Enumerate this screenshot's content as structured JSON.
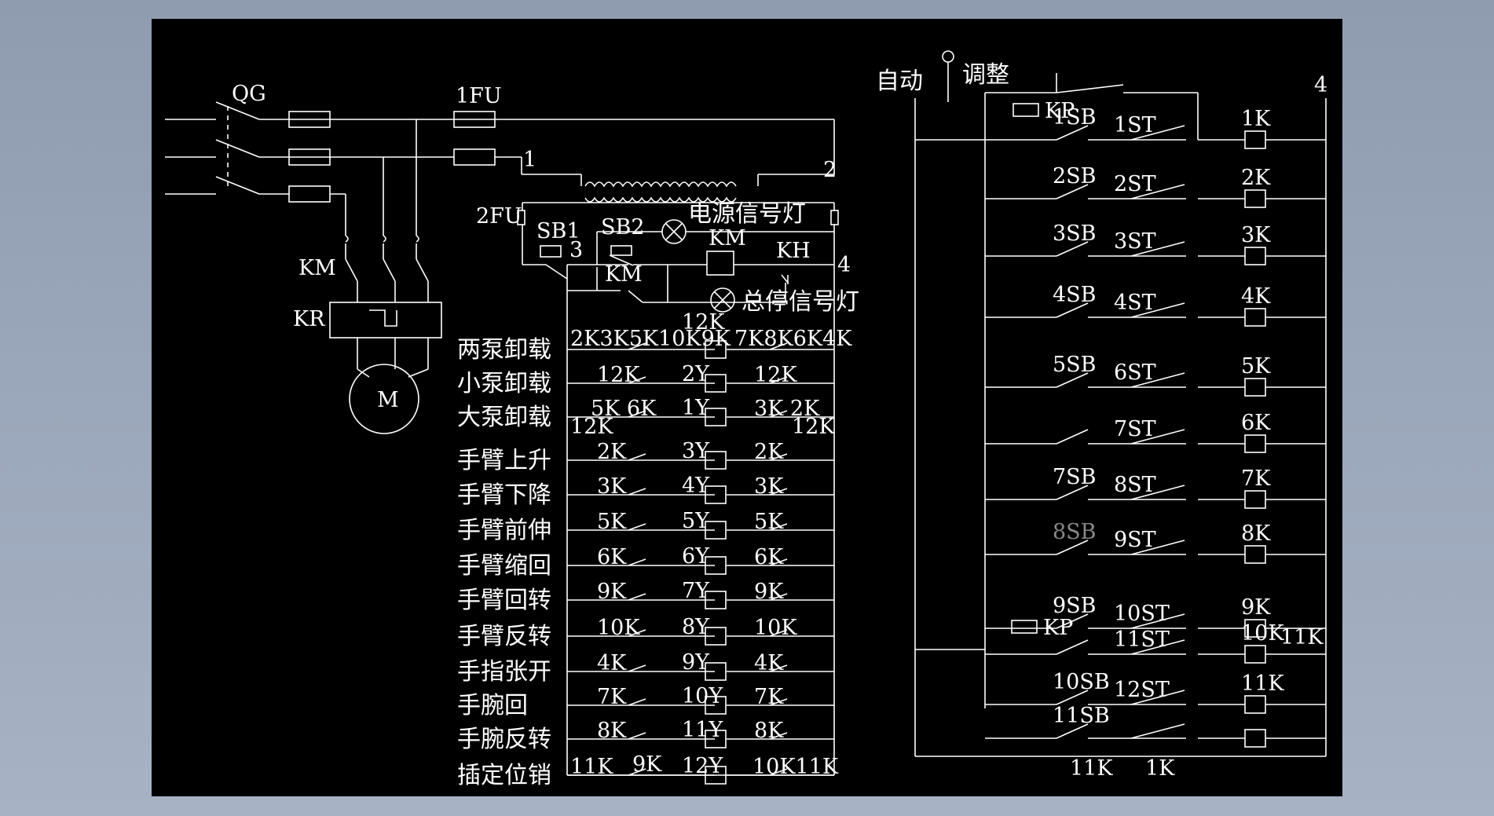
{
  "colors": {
    "background": "#000000",
    "frame": "#9aa6b9",
    "line": "#ffffff",
    "dim": "#888888"
  },
  "power": {
    "qg": "QG",
    "fu1": "1FU",
    "n1": "1",
    "n2": "2",
    "fu2": "2FU",
    "sb1": "SB1",
    "sb2": "SB2",
    "n3": "3",
    "km": "KM",
    "km_coil": "KM",
    "kh": "KH",
    "n4": "4",
    "kr": "KR",
    "motor": "M",
    "power_lamp": "电源信号灯",
    "stop_lamp": "总停信号灯"
  },
  "auto_label": "自动",
  "adjust_label": "调整",
  "right_n4": "4",
  "rows": [
    {
      "name": "两泵卸载",
      "left": "2K3K5K10K9K",
      "coil": "12K",
      "right": "7K8K6K4K"
    },
    {
      "name": "小泵卸载",
      "left": "12K",
      "coil": "2Y",
      "right": "12K"
    },
    {
      "name": "大泵卸载",
      "left": "5K 6K",
      "coil": "1Y",
      "right": "3K 2K"
    },
    {
      "name": "手臂上升",
      "left": "2K",
      "coil": "3Y",
      "right": "2K"
    },
    {
      "name": "手臂下降",
      "left": "3K",
      "coil": "4Y",
      "right": "3K"
    },
    {
      "name": "手臂前伸",
      "left": "5K",
      "coil": "5Y",
      "right": "5K"
    },
    {
      "name": "手臂缩回",
      "left": "6K",
      "coil": "6Y",
      "right": "6K"
    },
    {
      "name": "手臂回转",
      "left": "9K",
      "coil": "7Y",
      "right": "9K"
    },
    {
      "name": "手臂反转",
      "left": "10K",
      "coil": "8Y",
      "right": "10K"
    },
    {
      "name": "手指张开",
      "left": "4K",
      "coil": "9Y",
      "right": "4K"
    },
    {
      "name": "手腕回",
      "left": "7K",
      "coil": "10Y",
      "right": "7K"
    },
    {
      "name": "手腕反转",
      "left": "8K",
      "coil": "11Y",
      "right": "8K"
    },
    {
      "name": "插定位销",
      "left": "11K",
      "coil": "12Y",
      "right": "10K11K"
    }
  ],
  "row_extra": {
    "k12_a": "12K",
    "k12_b": "12K",
    "k9_last": "9K"
  },
  "ladder": [
    {
      "sb": "1SB",
      "st": "1ST",
      "k": "1K"
    },
    {
      "sb": "2SB",
      "st": "2ST",
      "k": "2K"
    },
    {
      "sb": "3SB",
      "st": "3ST",
      "k": "3K"
    },
    {
      "sb": "4SB",
      "st": "4ST",
      "k": "4K"
    },
    {
      "sb": "5SB",
      "st": "6ST",
      "k": "5K"
    },
    {
      "sb": "",
      "st": "7ST",
      "k": "6K"
    },
    {
      "sb": "7SB",
      "st": "8ST",
      "k": "7K"
    },
    {
      "sb": "8SB",
      "st": "9ST",
      "k": "8K"
    },
    {
      "sb": "9SB",
      "st": "10ST",
      "k": "9K"
    },
    {
      "sb": "",
      "st": "11ST",
      "k": "10K"
    },
    {
      "sb": "10SB",
      "st": "12ST",
      "k": "11K"
    },
    {
      "sb": "11SB",
      "st": "",
      "k": ""
    }
  ],
  "ladder_extra": {
    "kp1": "KP",
    "kp2": "KP",
    "k11_side": "11K",
    "k11_bot": "11K",
    "k1_bot": "1K"
  }
}
